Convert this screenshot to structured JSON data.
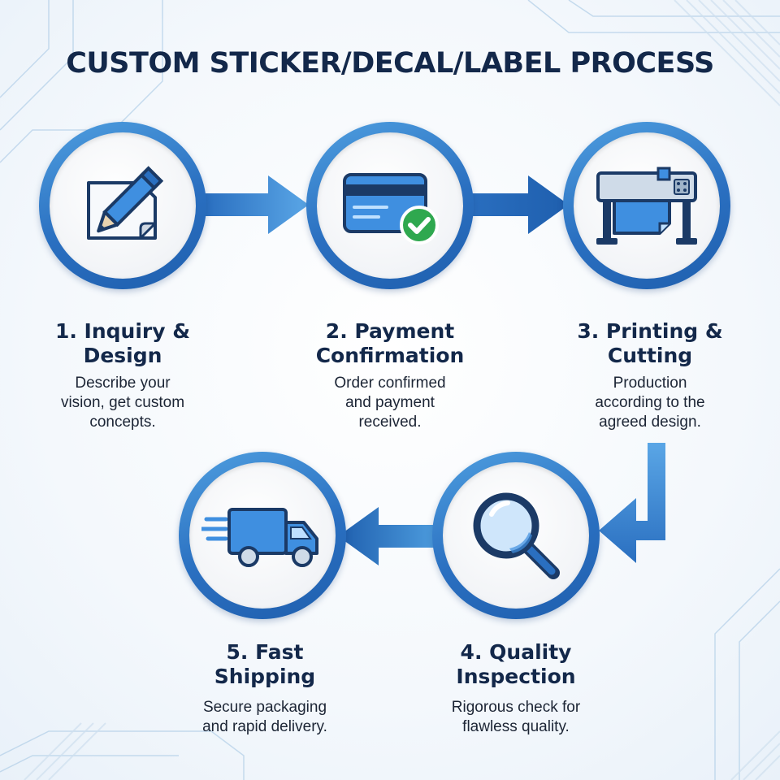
{
  "title": "CUSTOM STICKER/DECAL/LABEL PROCESS",
  "colors": {
    "title": "#13284a",
    "ring": "#2a6fc0",
    "ring_light": "#4f9fe0",
    "icon": "#3f8fe0",
    "check": "#2fa84f",
    "text": "#1c2535"
  },
  "steps": [
    {
      "title": "1. Inquiry &\nDesign",
      "description": "Describe your\nvision, get custom\nconcepts.",
      "icon": "pencil-paper-icon"
    },
    {
      "title": "2. Payment\nConfirmation",
      "description": "Order confirmed\nand payment\nreceived.",
      "icon": "credit-card-check-icon"
    },
    {
      "title": "3. Printing &\nCutting",
      "description": "Production\naccording to the\nagreed design.",
      "icon": "plotter-printer-icon"
    },
    {
      "title": "4. Quality\nInspection",
      "description": "Rigorous check for\nflawless quality.",
      "icon": "magnifier-icon"
    },
    {
      "title": "5. Fast\nShipping",
      "description": "Secure packaging\nand rapid delivery.",
      "icon": "delivery-truck-icon"
    }
  ]
}
